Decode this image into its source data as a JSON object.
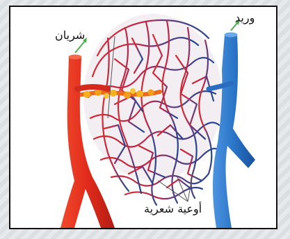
{
  "diagram": {
    "labels": {
      "artery": "شريان",
      "vein": "وريد",
      "capillaries": "أوعية شعرية"
    },
    "colors": {
      "artery": "#e32a1c",
      "vein": "#2b76c9",
      "network_red": "#c2283a",
      "network_blue": "#24458f",
      "pointer_green": "#4caf50",
      "orange_cells": "#f2a31c"
    }
  }
}
